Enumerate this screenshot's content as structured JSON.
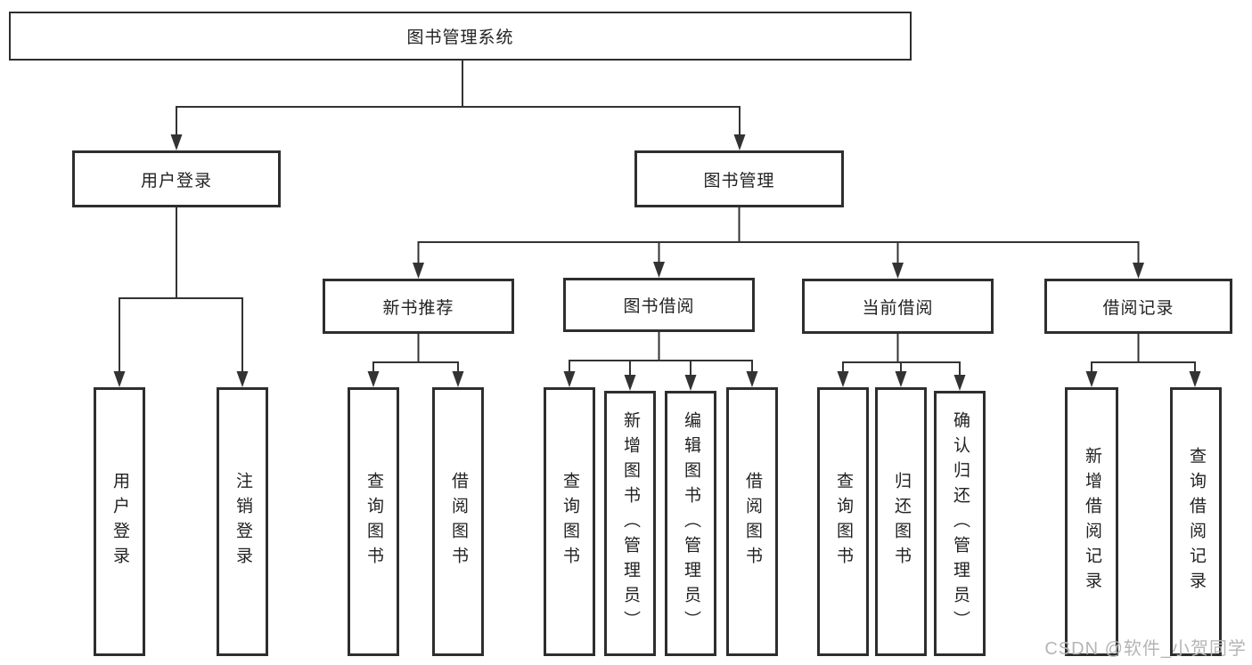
{
  "diagram": {
    "root": "图书管理系统",
    "branches": [
      {
        "label": "用户登录",
        "children": [
          "用户登录",
          "注销登录"
        ]
      },
      {
        "label": "图书管理",
        "children": [
          {
            "label": "新书推荐",
            "children": [
              "查询图书",
              "借阅图书"
            ]
          },
          {
            "label": "图书借阅",
            "children": [
              "查询图书",
              "新增图书（管理员）",
              "编辑图书（管理员）",
              "借阅图书"
            ]
          },
          {
            "label": "当前借阅",
            "children": [
              "查询图书",
              "归还图书",
              "确认归还（管理员）"
            ]
          },
          {
            "label": "借阅记录",
            "children": [
              "新增借阅记录",
              "查询借阅记录"
            ]
          }
        ]
      }
    ]
  },
  "watermark": "CSDN @软件_小贺同学",
  "colors": {
    "background": "#ffffff",
    "line": "#333333",
    "box_border": "#2e2e2e",
    "text": "#222222",
    "watermark": "#b5b5b5"
  }
}
